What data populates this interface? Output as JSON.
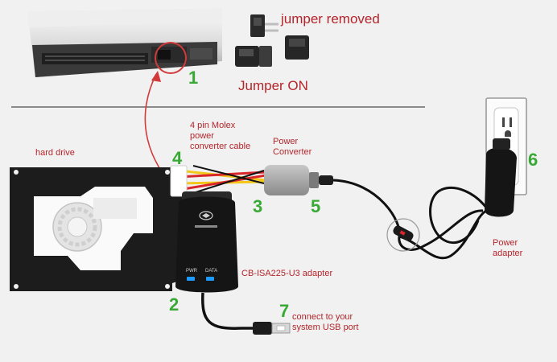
{
  "colors": {
    "background": "#f1f1f1",
    "label_red": "#b5252b",
    "number_green": "#39a935",
    "led_blue": "#1e9bff",
    "arrow_red": "#d23a3a",
    "cable_red": "#d8262b",
    "cable_yellow": "#f2c719"
  },
  "labels": {
    "jumper_removed": "jumper removed",
    "jumper_on": "Jumper ON",
    "molex_cable": "4 pin Molex power converter cable",
    "power_converter": "Power Converter",
    "hard_drive": "hard drive",
    "power_adapter": "Power adapter",
    "adapter_model": "CB-ISA225-U3 adapter",
    "usb_connect": "connect to your system USB port",
    "led_left": "PWR",
    "led_right": "DATA"
  },
  "steps": {
    "s1": "1",
    "s2": "2",
    "s3": "3",
    "s4": "4",
    "s5": "5",
    "s6": "6",
    "s7": "7"
  },
  "icons": [
    "ide-drive-icon",
    "jumper-icon",
    "hard-drive-icon",
    "usb-adapter-icon",
    "power-converter-icon",
    "wall-outlet-icon",
    "power-adapter-icon",
    "usb-plug-icon"
  ]
}
